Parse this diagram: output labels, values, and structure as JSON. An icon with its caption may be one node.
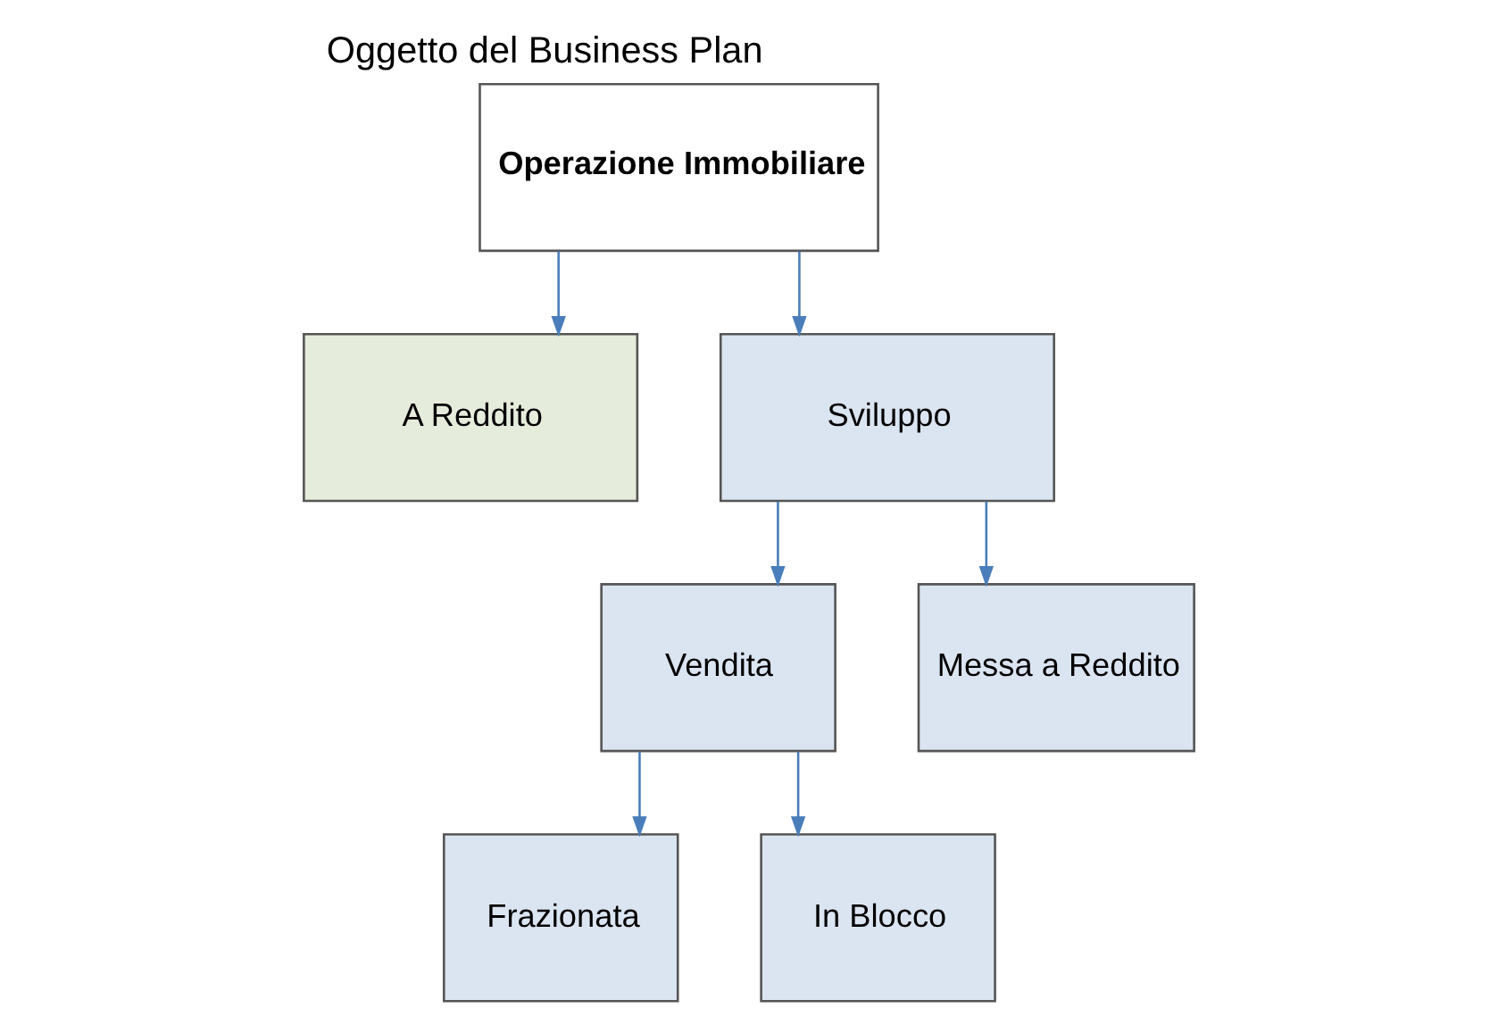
{
  "diagram": {
    "title": "Oggetto del Business Plan",
    "nodes": [
      {
        "text": [
          "Operazione Immobiliare"
        ]
      },
      {
        "text": [
          "A Reddito"
        ]
      },
      {
        "text": [
          "Sviluppo"
        ]
      },
      {
        "text": [
          "Vendita"
        ]
      },
      {
        "text": [
          "Messa a Reddito"
        ]
      },
      {
        "text": [
          "Frazionata"
        ]
      },
      {
        "text": [
          "In Blocco"
        ]
      }
    ],
    "edges": [
      {
        "from": 0,
        "to": 1,
        "arrow": "to"
      },
      {
        "from": 0,
        "to": 2,
        "arrow": "to"
      },
      {
        "from": 2,
        "to": 3,
        "arrow": "to"
      },
      {
        "from": 2,
        "to": 4,
        "arrow": "to"
      },
      {
        "from": 3,
        "to": 5,
        "arrow": "to"
      },
      {
        "from": 3,
        "to": 6,
        "arrow": "to"
      }
    ]
  }
}
